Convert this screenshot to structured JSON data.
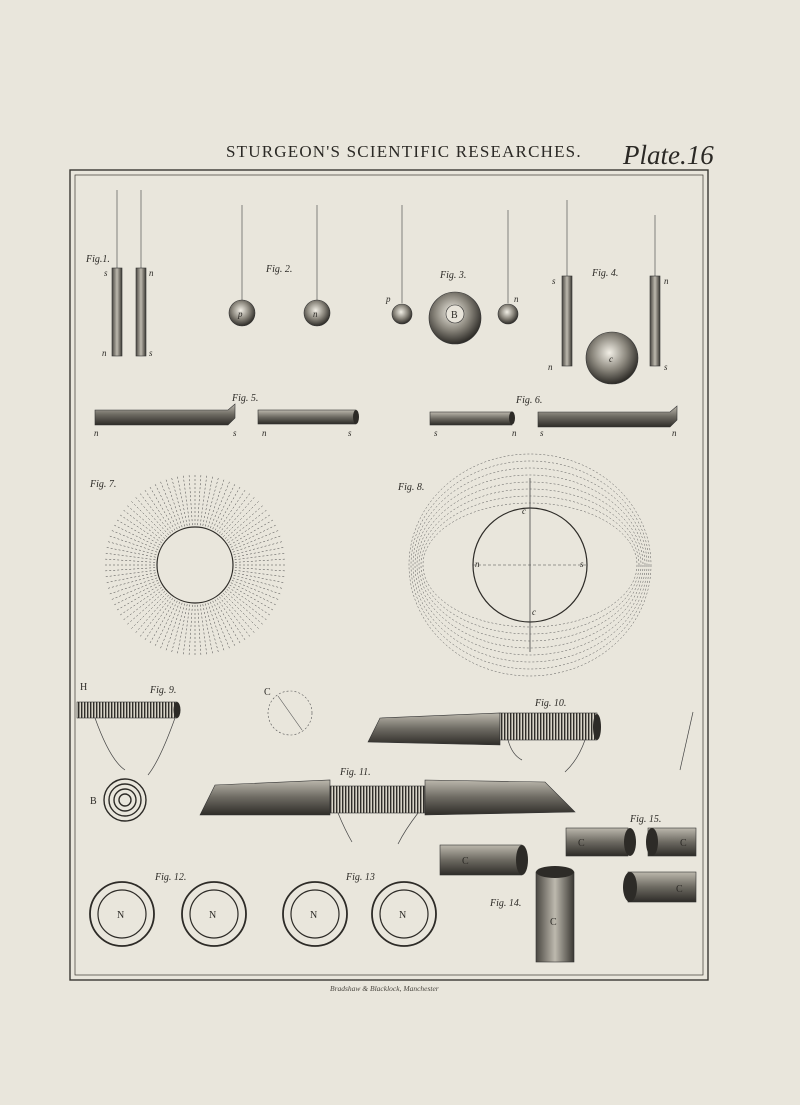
{
  "header": {
    "title": "STURGEON'S SCIENTIFIC RESEARCHES.",
    "plate": "Plate.16"
  },
  "credit": "Bradshaw & Blacklock, Manchester",
  "figures": {
    "fig1": "Fig.1.",
    "fig2": "Fig. 2.",
    "fig3": "Fig. 3.",
    "fig4": "Fig. 4.",
    "fig5": "Fig. 5.",
    "fig6": "Fig. 6.",
    "fig7": "Fig. 7.",
    "fig8": "Fig. 8.",
    "fig9": "Fig. 9.",
    "fig10": "Fig. 10.",
    "fig11": "Fig. 11.",
    "fig12": "Fig. 12.",
    "fig13": "Fig. 13",
    "fig14": "Fig. 14.",
    "fig15": "Fig. 15."
  },
  "labels": {
    "s": "s",
    "n": "n",
    "p": "p",
    "B": "B",
    "c": "c",
    "C": "C",
    "H": "H",
    "N": "N"
  }
}
